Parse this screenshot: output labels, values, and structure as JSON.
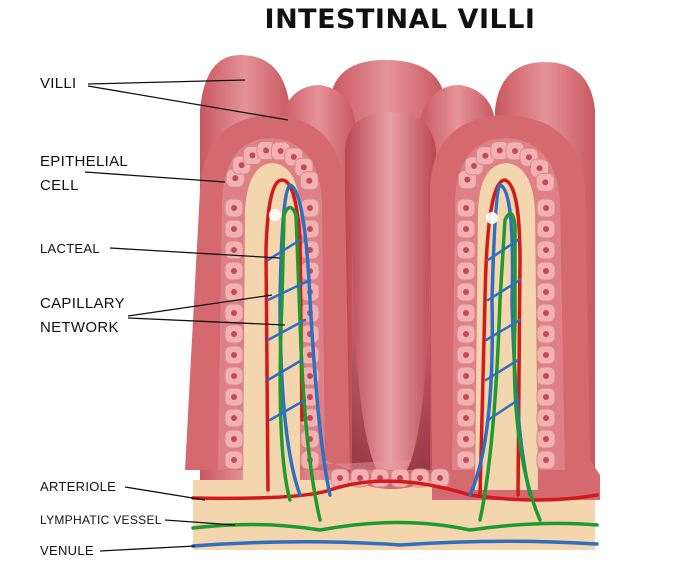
{
  "title": "INTESTINAL VILLI",
  "labels": {
    "villi": "VILLI",
    "epithelial_1": "EPITHELIAL",
    "epithelial_2": "CELL",
    "lacteal": "LACTEAL",
    "capillary_1": "CAPILLARY",
    "capillary_2": "NETWORK",
    "arteriole": "ARTERIOLE",
    "lymphatic": "LYMPHATIC VESSEL",
    "venule": "VENULE"
  },
  "colors": {
    "tissue": "#d4696f",
    "tissue_light": "#e8989b",
    "core": "#f3d6ad",
    "cell": "#f2b3b0",
    "nucleus": "#c4485a",
    "artery": "#d11a1a",
    "vein": "#2f6fc0",
    "lymph": "#1f9a2e"
  }
}
